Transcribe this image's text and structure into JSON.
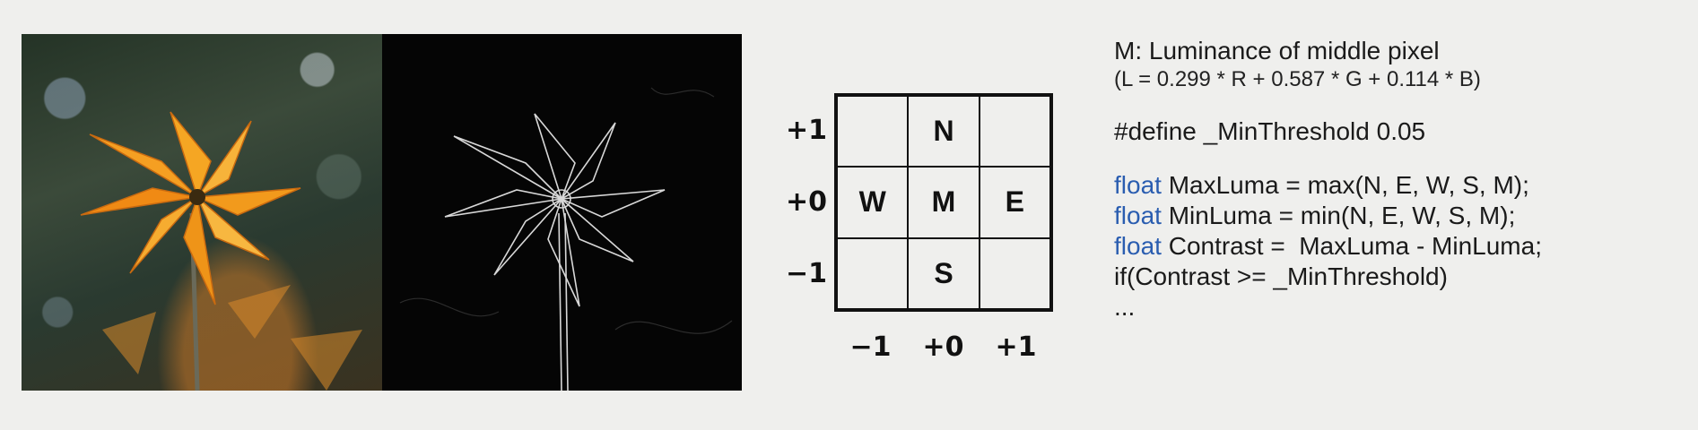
{
  "diagram": {
    "grid": {
      "cells": [
        "",
        "N",
        "",
        "W",
        "M",
        "E",
        "",
        "S",
        ""
      ],
      "row_labels": [
        "+1",
        "+0",
        "−1"
      ],
      "col_labels": [
        "−1",
        "+0",
        "+1"
      ]
    }
  },
  "text": {
    "heading": "M: Luminance of middle pixel",
    "formula": "(L = 0.299 * R + 0.587 * G + 0.114 * B)",
    "define": "#define _MinThreshold 0.05",
    "code": [
      {
        "keyword": "float",
        "rest": " MaxLuma = max(N, E, W, S, M);"
      },
      {
        "keyword": "float",
        "rest": " MinLuma = min(N, E, W, S, M);"
      },
      {
        "keyword": "float",
        "rest": " Contrast =  MaxLuma - MinLuma;"
      },
      {
        "keyword": "",
        "rest": "if(Contrast >= _MinThreshold)"
      },
      {
        "keyword": "",
        "rest": "..."
      }
    ],
    "keyword_color": "#2a5db0"
  }
}
